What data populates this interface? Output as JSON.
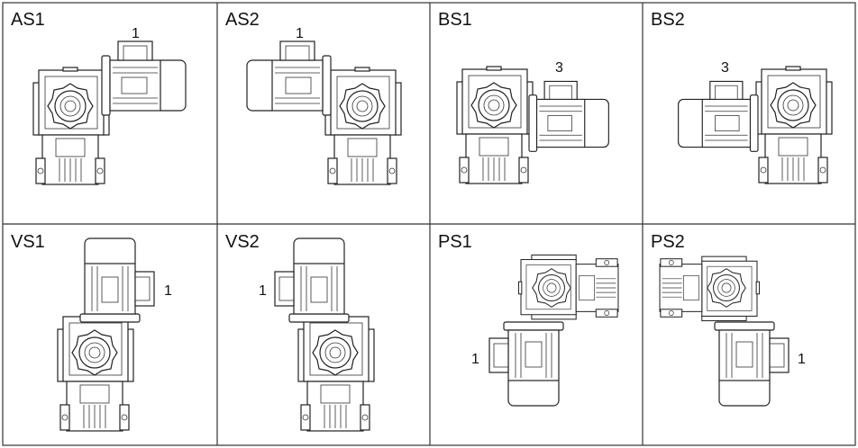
{
  "title": "Mounting positions",
  "cells": [
    {
      "label": "AS1",
      "callout": "1"
    },
    {
      "label": "AS2",
      "callout": "1"
    },
    {
      "label": "BS1",
      "callout": "3"
    },
    {
      "label": "BS2",
      "callout": "3"
    },
    {
      "label": "VS1",
      "callout": "1"
    },
    {
      "label": "VS2",
      "callout": "1"
    },
    {
      "label": "PS1",
      "callout": "1"
    },
    {
      "label": "PS2",
      "callout": "1"
    }
  ]
}
